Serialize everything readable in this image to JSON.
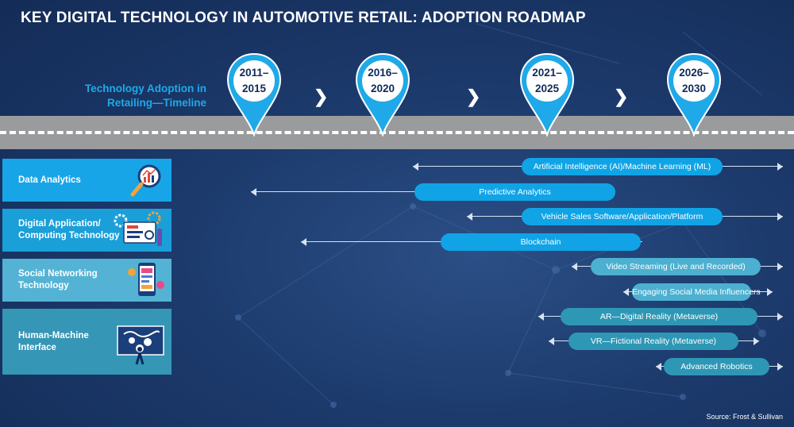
{
  "title": "KEY DIGITAL TECHNOLOGY IN AUTOMOTIVE RETAIL: ADOPTION ROADMAP",
  "timeline_label": {
    "line1": "Technology Adoption in",
    "line2": "Retailing—Timeline"
  },
  "periods": [
    {
      "line1": "2011–",
      "line2": "2015"
    },
    {
      "line1": "2016–",
      "line2": "2020"
    },
    {
      "line1": "2021–",
      "line2": "2025"
    },
    {
      "line1": "2026–",
      "line2": "2030"
    }
  ],
  "categories": [
    {
      "line1": "Data Analytics",
      "line2": "",
      "icon": "magnifier-chart-icon"
    },
    {
      "line1": "Digital Application/",
      "line2": "Computing Technology",
      "icon": "gears-screen-icon"
    },
    {
      "line1": "Social Networking",
      "line2": "Technology",
      "icon": "smartphone-social-icon"
    },
    {
      "line1": "Human-Machine",
      "line2": "Interface",
      "icon": "person-screen-icon"
    }
  ],
  "technologies": [
    {
      "label": "Artificial Intelligence (AI)/Machine Learning (ML)",
      "color": "#10a4e6"
    },
    {
      "label": "Predictive Analytics",
      "color": "#10a4e6"
    },
    {
      "label": "Vehicle Sales Software/Application/Platform",
      "color": "#10a4e6"
    },
    {
      "label": "Blockchain",
      "color": "#10a4e6"
    },
    {
      "label": "Video Streaming (Live and Recorded)",
      "color": "#4cb0d0"
    },
    {
      "label": "Engaging Social Media Influencers",
      "color": "#4cb0d0"
    },
    {
      "label": "AR—Digital Reality (Metaverse)",
      "color": "#2e97b5"
    },
    {
      "label": "VR—Fictional Reality (Metaverse)",
      "color": "#2e97b5"
    },
    {
      "label": "Advanced Robotics",
      "color": "#2e97b5"
    }
  ],
  "colors": {
    "pin": "#1fa9e8",
    "category_data_analytics": "#18a5e8",
    "category_digital_app": "#1a9fd8",
    "category_social": "#54b3d4",
    "category_hmi": "#3596b6"
  },
  "source": "Source: Frost & Sullivan"
}
